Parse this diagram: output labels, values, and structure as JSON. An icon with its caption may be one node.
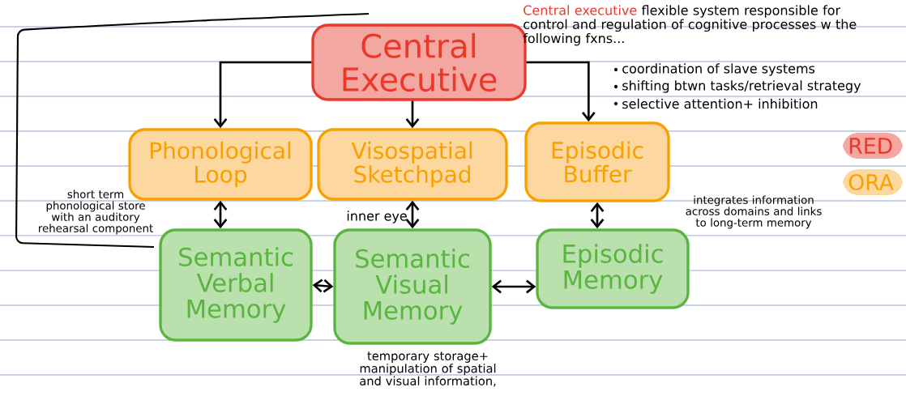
{
  "diagram": {
    "nodes": [
      {
        "text": [
          "Central Executive"
        ]
      },
      {
        "text": [
          "Phonological Loop"
        ],
        "beside": [
          "short term phonological store with an auditory rehearsal component"
        ]
      },
      {
        "text": [
          "Visospatial Sketchpad"
        ]
      },
      {
        "text": [
          "Episodic Buffer"
        ]
      },
      {
        "text": [
          "Semantic Verbal Memory"
        ]
      },
      {
        "text": [
          "Semantic Visual Memory"
        ],
        "beside": [
          "temporary storage+ manipulation of spatial and visual information,"
        ]
      },
      {
        "text": [
          "Episodic Memory"
        ]
      }
    ],
    "edges": [
      {
        "from": 0,
        "to": 1,
        "arrow": "to"
      },
      {
        "from": 0,
        "to": 2,
        "arrow": "to"
      },
      {
        "from": 0,
        "to": 3,
        "arrow": "to"
      },
      {
        "from": 1,
        "to": 4,
        "arrow": "both"
      },
      {
        "from": 2,
        "to": 5,
        "arrow": "both"
      },
      {
        "from": 3,
        "to": 6,
        "arrow": "both"
      },
      {
        "from": 4,
        "to": 5,
        "arrow": "both"
      },
      {
        "from": 5,
        "to": 6,
        "arrow": "both"
      }
    ],
    "labels": [
      "Central executive",
      "flexible system responsible for control and regulation of cognitive processes w the following fxns...",
      "coordination of slave systems",
      "shifting btwn tasks/retrieval strategy",
      "selective attention+ inhibition",
      "inner eye",
      "integrates information across domains and links to long-term memory"
    ],
    "legend": [
      {
        "text": "RED",
        "color": "#f4a6a0"
      },
      {
        "text": "ORA",
        "color": "#fdd7a0"
      }
    ]
  }
}
